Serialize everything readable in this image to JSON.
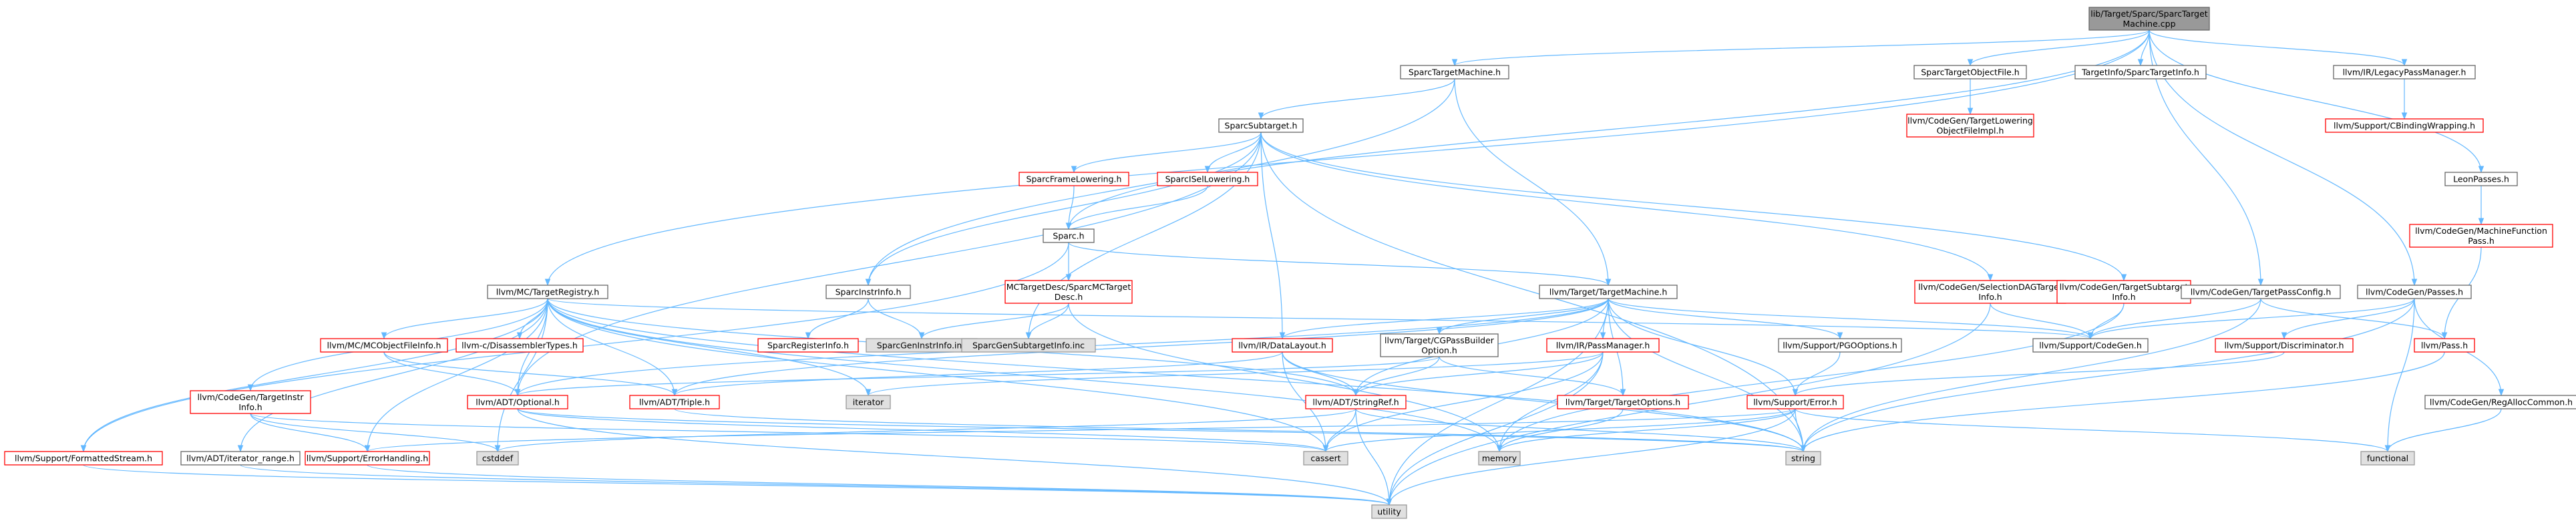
{
  "colors": {
    "edge": "#63b8ff",
    "root_fill": "#999999",
    "root_border": "#666666",
    "normal_border": "#666666",
    "red_border": "#ff0000",
    "system_fill": "#e0e0e0",
    "system_border": "#999999",
    "text": "#000000"
  },
  "nodes": [
    {
      "id": "root",
      "lines": [
        "lib/Target/Sparc/SparcTarget",
        "Machine.cpp"
      ],
      "style": "root"
    },
    {
      "id": "stm",
      "lines": [
        "SparcTargetMachine.h"
      ],
      "style": "normal"
    },
    {
      "id": "stof",
      "lines": [
        "SparcTargetObjectFile.h"
      ],
      "style": "normal"
    },
    {
      "id": "tisti",
      "lines": [
        "TargetInfo/SparcTargetInfo.h"
      ],
      "style": "normal"
    },
    {
      "id": "lpm",
      "lines": [
        "llvm/IR/LegacyPassManager.h"
      ],
      "style": "normal"
    },
    {
      "id": "ctlo",
      "lines": [
        "llvm/CodeGen/TargetLowering",
        "ObjectFileImpl.h"
      ],
      "style": "red"
    },
    {
      "id": "cbw",
      "lines": [
        "llvm/Support/CBindingWrapping.h"
      ],
      "style": "red"
    },
    {
      "id": "ss",
      "lines": [
        "SparcSubtarget.h"
      ],
      "style": "normal"
    },
    {
      "id": "leon",
      "lines": [
        "LeonPasses.h"
      ],
      "style": "normal"
    },
    {
      "id": "sfl",
      "lines": [
        "SparcFrameLowering.h"
      ],
      "style": "red"
    },
    {
      "id": "sisl",
      "lines": [
        "SparcISelLowering.h"
      ],
      "style": "red"
    },
    {
      "id": "mfp",
      "lines": [
        "llvm/CodeGen/MachineFunction",
        "Pass.h"
      ],
      "style": "red"
    },
    {
      "id": "sparch",
      "lines": [
        "Sparc.h"
      ],
      "style": "normal"
    },
    {
      "id": "mctr",
      "lines": [
        "llvm/MC/TargetRegistry.h"
      ],
      "style": "normal"
    },
    {
      "id": "sii",
      "lines": [
        "SparcInstrInfo.h"
      ],
      "style": "normal"
    },
    {
      "id": "mcstm",
      "lines": [
        "MCTargetDesc/SparcMCTarget",
        "Desc.h"
      ],
      "style": "red"
    },
    {
      "id": "ttm",
      "lines": [
        "llvm/Target/TargetMachine.h"
      ],
      "style": "normal"
    },
    {
      "id": "sdag",
      "lines": [
        "llvm/CodeGen/SelectionDAGTarget",
        "Info.h"
      ],
      "style": "red"
    },
    {
      "id": "tsi",
      "lines": [
        "llvm/CodeGen/TargetSubtarget",
        "Info.h"
      ],
      "style": "red"
    },
    {
      "id": "tpc",
      "lines": [
        "llvm/CodeGen/TargetPassConfig.h"
      ],
      "style": "normal"
    },
    {
      "id": "cgp",
      "lines": [
        "llvm/CodeGen/Passes.h"
      ],
      "style": "normal"
    },
    {
      "id": "mcofi",
      "lines": [
        "llvm/MC/MCObjectFileInfo.h"
      ],
      "style": "red"
    },
    {
      "id": "disas",
      "lines": [
        "llvm-c/DisassemblerTypes.h"
      ],
      "style": "red"
    },
    {
      "id": "sri",
      "lines": [
        "SparcRegisterInfo.h"
      ],
      "style": "red"
    },
    {
      "id": "sgii",
      "lines": [
        "SparcGenInstrInfo.inc"
      ],
      "style": "system"
    },
    {
      "id": "sgsi",
      "lines": [
        "SparcGenSubtargetInfo.inc"
      ],
      "style": "system"
    },
    {
      "id": "dl",
      "lines": [
        "llvm/IR/DataLayout.h"
      ],
      "style": "red"
    },
    {
      "id": "cgpbo",
      "lines": [
        "llvm/Target/CGPassBuilder",
        "Option.h"
      ],
      "style": "normal"
    },
    {
      "id": "pm",
      "lines": [
        "llvm/IR/PassManager.h"
      ],
      "style": "red"
    },
    {
      "id": "pgo",
      "lines": [
        "llvm/Support/PGOOptions.h"
      ],
      "style": "normal"
    },
    {
      "id": "scg",
      "lines": [
        "llvm/Support/CodeGen.h"
      ],
      "style": "normal"
    },
    {
      "id": "disc",
      "lines": [
        "llvm/Support/Discriminator.h"
      ],
      "style": "red"
    },
    {
      "id": "pass",
      "lines": [
        "llvm/Pass.h"
      ],
      "style": "red"
    },
    {
      "id": "ctii",
      "lines": [
        "llvm/CodeGen/TargetInstr",
        "Info.h"
      ],
      "style": "red"
    },
    {
      "id": "opt",
      "lines": [
        "llvm/ADT/Optional.h"
      ],
      "style": "red"
    },
    {
      "id": "triple",
      "lines": [
        "llvm/ADT/Triple.h"
      ],
      "style": "red"
    },
    {
      "id": "iter",
      "lines": [
        "iterator"
      ],
      "style": "system"
    },
    {
      "id": "sref",
      "lines": [
        "llvm/ADT/StringRef.h"
      ],
      "style": "red"
    },
    {
      "id": "topt",
      "lines": [
        "llvm/Target/TargetOptions.h"
      ],
      "style": "red"
    },
    {
      "id": "serr",
      "lines": [
        "llvm/Support/Error.h"
      ],
      "style": "red"
    },
    {
      "id": "rac",
      "lines": [
        "llvm/CodeGen/RegAllocCommon.h"
      ],
      "style": "normal"
    },
    {
      "id": "fstream",
      "lines": [
        "llvm/Support/FormattedStream.h"
      ],
      "style": "red"
    },
    {
      "id": "irange",
      "lines": [
        "llvm/ADT/iterator_range.h"
      ],
      "style": "normal"
    },
    {
      "id": "eh",
      "lines": [
        "llvm/Support/ErrorHandling.h"
      ],
      "style": "red"
    },
    {
      "id": "cstddef",
      "lines": [
        "cstddef"
      ],
      "style": "system"
    },
    {
      "id": "cassert",
      "lines": [
        "cassert"
      ],
      "style": "system"
    },
    {
      "id": "memory",
      "lines": [
        "memory"
      ],
      "style": "system"
    },
    {
      "id": "string",
      "lines": [
        "string"
      ],
      "style": "system"
    },
    {
      "id": "functional",
      "lines": [
        "functional"
      ],
      "style": "system"
    },
    {
      "id": "utility",
      "lines": [
        "utility"
      ],
      "style": "system"
    }
  ],
  "edges": [
    [
      "root",
      "stm"
    ],
    [
      "root",
      "stof"
    ],
    [
      "root",
      "tisti"
    ],
    [
      "root",
      "lpm"
    ],
    [
      "root",
      "leon"
    ],
    [
      "root",
      "mctr"
    ],
    [
      "root",
      "sparch"
    ],
    [
      "root",
      "tpc"
    ],
    [
      "root",
      "cgp"
    ],
    [
      "stof",
      "ctlo"
    ],
    [
      "lpm",
      "cbw"
    ],
    [
      "leon",
      "mfp"
    ],
    [
      "mfp",
      "pass"
    ],
    [
      "stm",
      "ss"
    ],
    [
      "stm",
      "ttm"
    ],
    [
      "stm",
      "sii"
    ],
    [
      "ss",
      "sfl"
    ],
    [
      "ss",
      "sisl"
    ],
    [
      "ss",
      "sii"
    ],
    [
      "ss",
      "sgsi"
    ],
    [
      "ss",
      "dl"
    ],
    [
      "ss",
      "sdag"
    ],
    [
      "ss",
      "tsi"
    ],
    [
      "ss",
      "opt"
    ],
    [
      "ss",
      "string"
    ],
    [
      "sfl",
      "sparch"
    ],
    [
      "sisl",
      "sparch"
    ],
    [
      "sparch",
      "mcstm"
    ],
    [
      "sparch",
      "ttm"
    ],
    [
      "sparch",
      "fstream"
    ],
    [
      "mcstm",
      "sgii"
    ],
    [
      "mcstm",
      "sgsi"
    ],
    [
      "mcstm",
      "memory"
    ],
    [
      "sii",
      "sgii"
    ],
    [
      "sii",
      "sri"
    ],
    [
      "mctr",
      "mcofi"
    ],
    [
      "mctr",
      "disas"
    ],
    [
      "mctr",
      "ctii"
    ],
    [
      "mctr",
      "opt"
    ],
    [
      "mctr",
      "triple"
    ],
    [
      "mctr",
      "iter"
    ],
    [
      "mctr",
      "sref"
    ],
    [
      "mctr",
      "scg"
    ],
    [
      "mctr",
      "fstream"
    ],
    [
      "mctr",
      "irange"
    ],
    [
      "mctr",
      "eh"
    ],
    [
      "mctr",
      "cassert"
    ],
    [
      "mctr",
      "cstddef"
    ],
    [
      "mctr",
      "memory"
    ],
    [
      "mctr",
      "string"
    ],
    [
      "mcofi",
      "triple"
    ],
    [
      "mcofi",
      "opt"
    ],
    [
      "ctii",
      "eh"
    ],
    [
      "ctii",
      "cassert"
    ],
    [
      "ctii",
      "cstddef"
    ],
    [
      "ttm",
      "dl"
    ],
    [
      "ttm",
      "cgpbo"
    ],
    [
      "ttm",
      "pm"
    ],
    [
      "ttm",
      "pgo"
    ],
    [
      "ttm",
      "scg"
    ],
    [
      "ttm",
      "triple"
    ],
    [
      "ttm",
      "sref"
    ],
    [
      "ttm",
      "topt"
    ],
    [
      "ttm",
      "serr"
    ],
    [
      "ttm",
      "opt"
    ],
    [
      "ttm",
      "string"
    ],
    [
      "ttm",
      "utility"
    ],
    [
      "dl",
      "sref"
    ],
    [
      "dl",
      "triple"
    ],
    [
      "dl",
      "cassert"
    ],
    [
      "dl",
      "string"
    ],
    [
      "cgpbo",
      "opt"
    ],
    [
      "cgpbo",
      "sref"
    ],
    [
      "cgpbo",
      "topt"
    ],
    [
      "pm",
      "sref"
    ],
    [
      "pm",
      "memory"
    ],
    [
      "pm",
      "cassert"
    ],
    [
      "pm",
      "utility"
    ],
    [
      "pm",
      "iter"
    ],
    [
      "pgo",
      "serr"
    ],
    [
      "sdag",
      "scg"
    ],
    [
      "sdag",
      "utility"
    ],
    [
      "tsi",
      "scg"
    ],
    [
      "tsi",
      "memory"
    ],
    [
      "tpc",
      "scg"
    ],
    [
      "tpc",
      "pass"
    ],
    [
      "tpc",
      "string"
    ],
    [
      "cgp",
      "scg"
    ],
    [
      "cgp",
      "disc"
    ],
    [
      "cgp",
      "rac"
    ],
    [
      "cgp",
      "string"
    ],
    [
      "cgp",
      "functional"
    ],
    [
      "disc",
      "serr"
    ],
    [
      "pass",
      "string"
    ],
    [
      "rac",
      "functional"
    ],
    [
      "sref",
      "cassert"
    ],
    [
      "sref",
      "cstddef"
    ],
    [
      "sref",
      "utility"
    ],
    [
      "sref",
      "string"
    ],
    [
      "topt",
      "memory"
    ],
    [
      "serr",
      "cassert"
    ],
    [
      "serr",
      "memory"
    ],
    [
      "serr",
      "string"
    ],
    [
      "serr",
      "utility"
    ],
    [
      "serr",
      "functional"
    ],
    [
      "serr",
      "eh"
    ],
    [
      "opt",
      "cassert"
    ],
    [
      "opt",
      "utility"
    ],
    [
      "opt",
      "string"
    ],
    [
      "triple",
      "string"
    ],
    [
      "fstream",
      "utility"
    ],
    [
      "irange",
      "utility"
    ],
    [
      "eh",
      "utility"
    ]
  ]
}
